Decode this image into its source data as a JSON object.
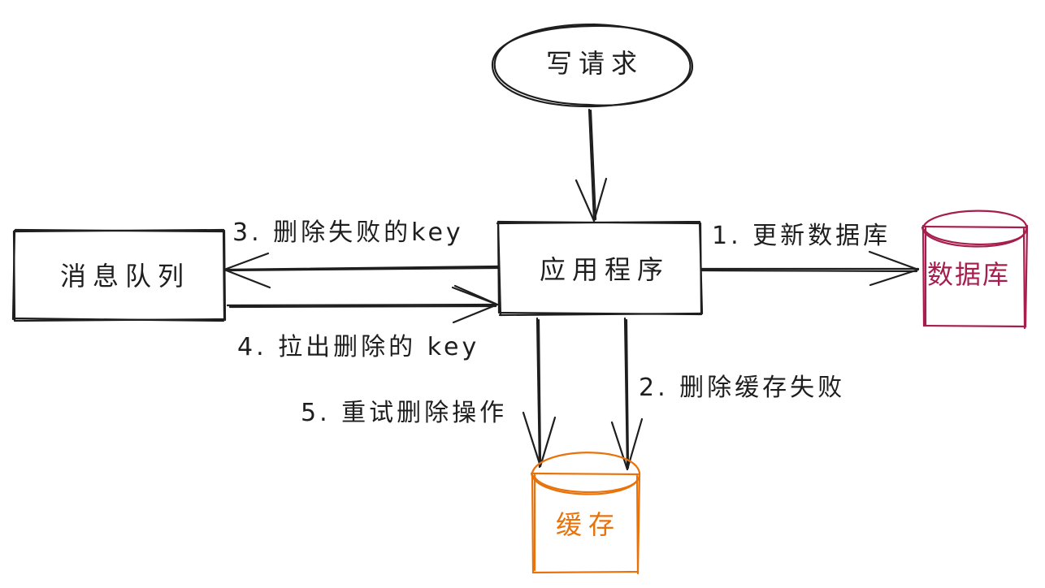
{
  "colors": {
    "stroke": "#1e1e1e",
    "database": "#a61e4d",
    "cache": "#e8730c",
    "background": "#ffffff"
  },
  "nodes": {
    "write_request": "写请求",
    "application": "应用程序",
    "message_queue": "消息队列",
    "database": "数据库",
    "cache": "缓存"
  },
  "edges": {
    "update_db": "1. 更新数据库",
    "delete_cache_failed": "2. 删除缓存失败",
    "failed_key": "3. 删除失败的key",
    "pull_key": "4. 拉出删除的 key",
    "retry_delete": "5. 重试删除操作"
  }
}
